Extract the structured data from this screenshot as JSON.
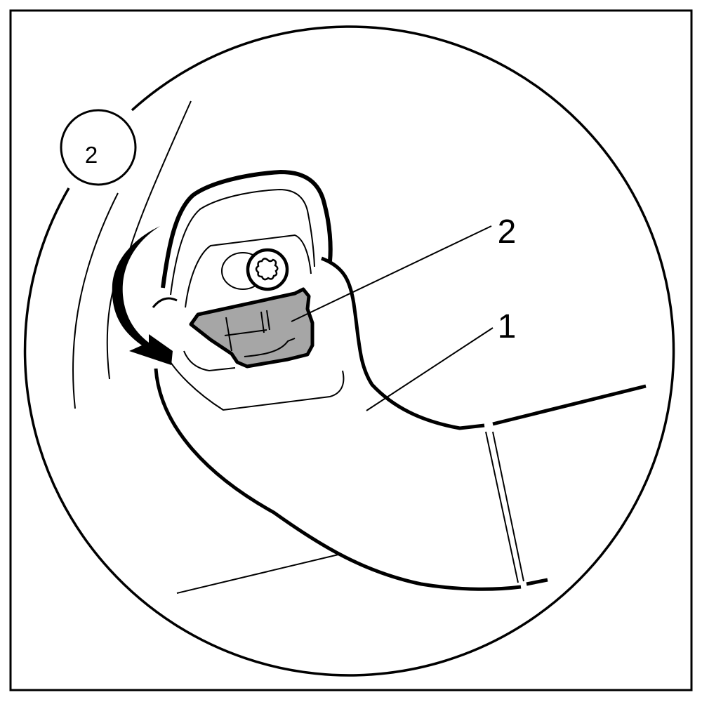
{
  "step_badge": {
    "label": "2"
  },
  "callouts": [
    {
      "id": "part-2",
      "label": "2"
    },
    {
      "id": "part-1",
      "label": "1"
    }
  ],
  "colors": {
    "line": "#000000",
    "background": "#ffffff",
    "highlighted_part": "#a6a6a6"
  },
  "icons": {
    "fastener": "torx-screw-icon",
    "direction": "curved-arrow-icon"
  }
}
